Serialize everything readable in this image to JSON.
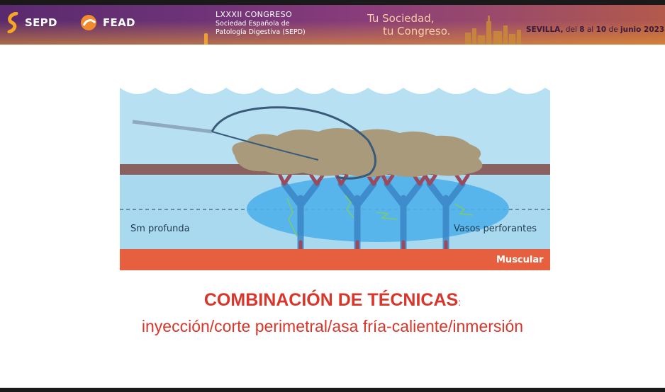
{
  "header": {
    "logo1_name": "SEPD",
    "logo2_name": "FEAD",
    "congress_line1": "LXXXII CONGRESO",
    "congress_line2": "Sociedad Española de",
    "congress_line3": "Patología Digestiva (SEPD)",
    "slogan_line1": "Tu Sociedad,",
    "slogan_line2": "tu Congreso.",
    "event_city": "SEVILLA,",
    "event_del": "del",
    "event_start": "8",
    "event_al": "al",
    "event_end": "10",
    "event_de": "de",
    "event_month_year": "junio 2023"
  },
  "figure": {
    "label_sm": "Sm profunda",
    "label_vasos": "Vasos perforantes",
    "label_muscular": "Muscular"
  },
  "content": {
    "title": "COMBINACIÓN DE TÉCNICAS",
    "title_colon": ":",
    "subtitle": "inyección/corte perimetral/asa fría-caliente/inmersión"
  },
  "colors": {
    "banner_purple": "#6e3378",
    "title_red": "#d9362b",
    "water_blue": "#b7e0f2",
    "muscle_orange": "#e65f3f"
  }
}
